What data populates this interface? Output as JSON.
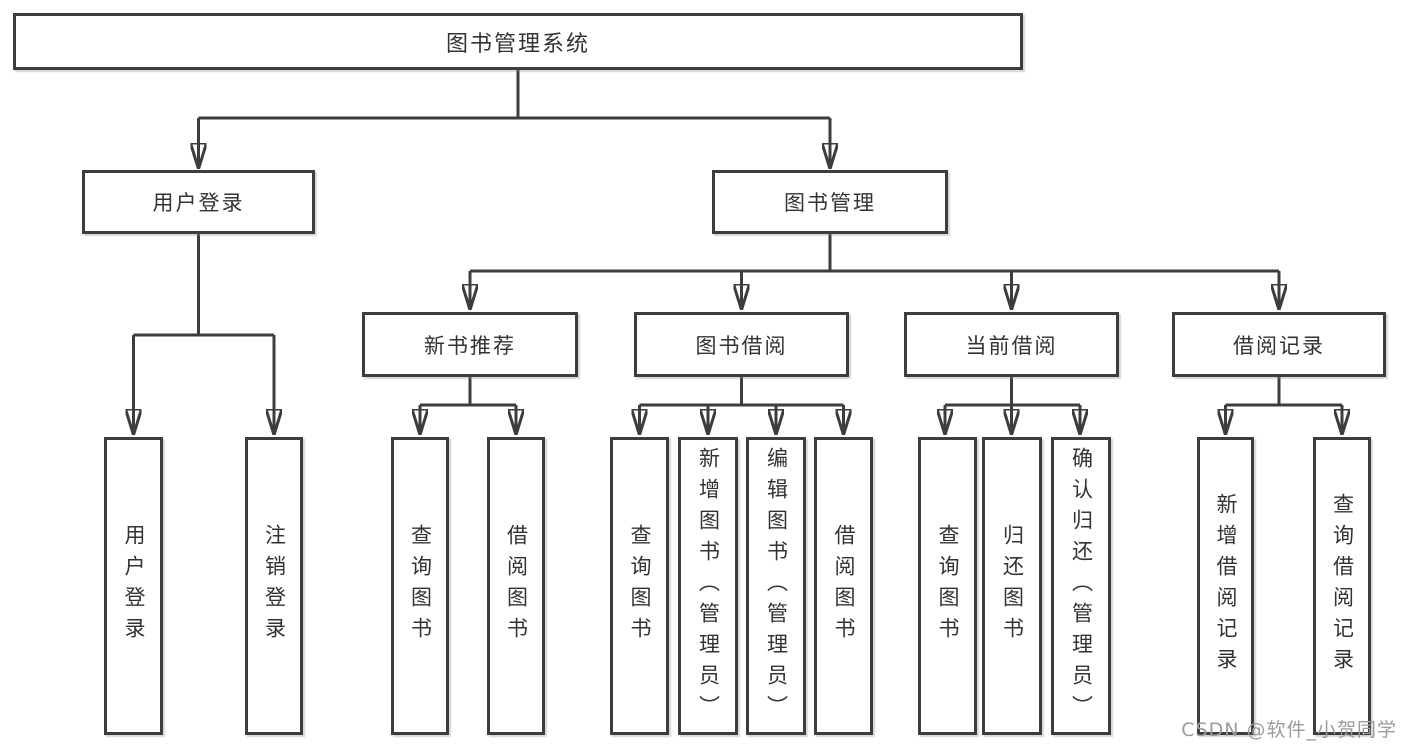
{
  "tree": {
    "root": {
      "label": "图书管理系统",
      "children": [
        {
          "label": "用户登录",
          "children": [
            {
              "label": "用户登录"
            },
            {
              "label": "注销登录"
            }
          ]
        },
        {
          "label": "图书管理",
          "children": [
            {
              "label": "新书推荐",
              "children": [
                {
                  "label": "查询图书"
                },
                {
                  "label": "借阅图书"
                }
              ]
            },
            {
              "label": "图书借阅",
              "children": [
                {
                  "label": "查询图书"
                },
                {
                  "label": "新增图书（管理员）"
                },
                {
                  "label": "编辑图书（管理员）"
                },
                {
                  "label": "借阅图书"
                }
              ]
            },
            {
              "label": "当前借阅",
              "children": [
                {
                  "label": "查询图书"
                },
                {
                  "label": "归还图书"
                },
                {
                  "label": "确认归还（管理员）"
                }
              ]
            },
            {
              "label": "借阅记录",
              "children": [
                {
                  "label": "新增借阅记录"
                },
                {
                  "label": "查询借阅记录"
                }
              ]
            }
          ]
        }
      ]
    }
  },
  "watermark": {
    "text": "CSDN @软件_小贺同学"
  },
  "colors": {
    "line": "#3d3d3d",
    "box_border": "#3d3d3d",
    "box_bg": "#ffffff",
    "text": "#333333",
    "watermark": "#9c9c9c"
  }
}
